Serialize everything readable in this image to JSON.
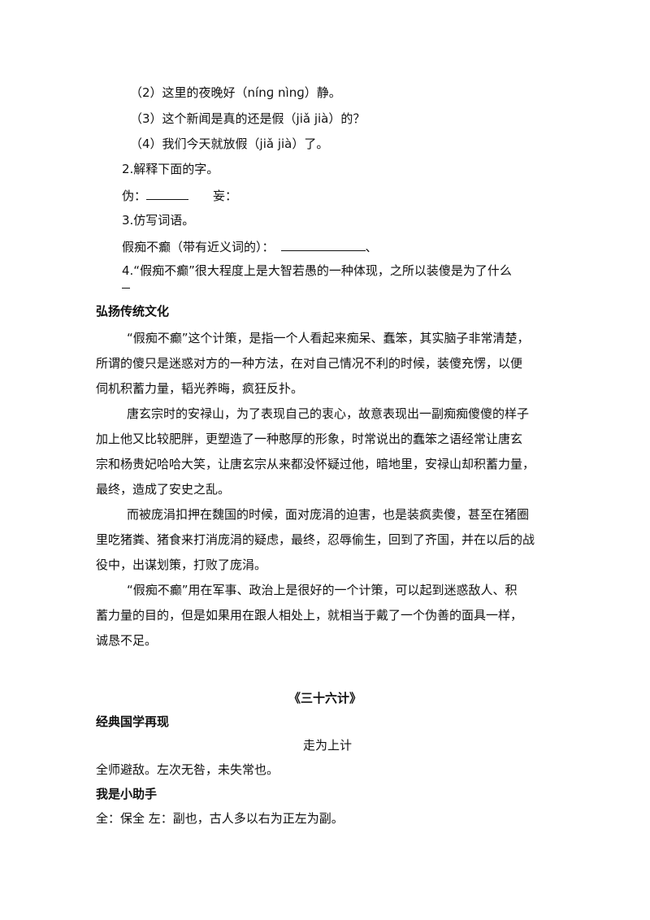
{
  "exercises": {
    "q2": "（2）这里的夜晚好（nínɡ  nìnɡ）静。",
    "q3": "（3）这个新闻是真的还是假（jiǎ  jià）的？",
    "q4": "（4）我们今天就放假（jiǎ  jià）了。",
    "task2_title": "2.解释下面的字。",
    "task2_wei": "伪：",
    "task2_wang": "妄：",
    "task3_title": "3.仿写词语。",
    "task3_prompt": "假痴不癫（带有近义词的）：",
    "task3_sep": "、",
    "task4": "4.“假痴不癫”很大程度上是大智若愚的一种体现，之所以装傻是为了什么"
  },
  "culture": {
    "heading": "弘扬传统文化",
    "p1": [
      "“假痴不癫”这个计策，是指一个人看起来痴呆、蠢笨，其实脑子非常清楚，",
      "所谓的傻只是迷惑对方的一种方法，在对自己情况不利的时候，装傻充愣，以便",
      "伺机积蓄力量，韬光养晦，疯狂反扑。"
    ],
    "p2": [
      "唐玄宗时的安禄山，为了表现自己的衷心，故意表现出一副痴痴傻傻的样子",
      "加上他又比较肥胖，更塑造了一种憨厚的形象，时常说出的蠢笨之语经常让唐玄",
      "宗和杨贵妃哈哈大笑，让唐玄宗从来都没怀疑过他，暗地里，安禄山却积蓄力量，",
      "最终，造成了安史之乱。"
    ],
    "p3": [
      "而被庞涓扣押在魏国的时候，面对庞涓的迫害，也是装疯卖傻，甚至在猪圈",
      "里吃猪粪、猪食来打消庞涓的疑虑，最终，忍辱偷生，回到了齐国，并在以后的战",
      "役中，出谋划策，打败了庞涓。"
    ],
    "p4": [
      "“假痴不癫”用在军事、政治上是很好的一个计策，可以起到迷惑敌人、积",
      "蓄力量的目的，但是如果用在跟人相处上，就相当于戴了一个伪善的面具一样，",
      "诚恳不足。"
    ]
  },
  "classic": {
    "book_title": "《三十六计》",
    "heading": "经典国学再现",
    "sub_title": "走为上计",
    "text": "全师避敌。左次无咎，未失常也。"
  },
  "helper": {
    "heading": "我是小助手",
    "text": "全：保全  左：副也，古人多以右为正左为副。"
  }
}
